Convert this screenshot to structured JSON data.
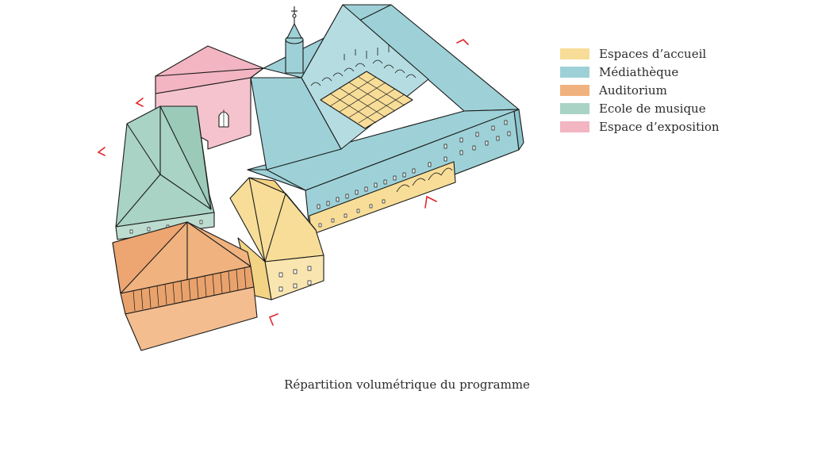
{
  "legend": {
    "items": [
      {
        "label": "Espaces d’accueil",
        "color": "#f7dd98"
      },
      {
        "label": "Médiathèque",
        "color": "#9dd1d7"
      },
      {
        "label": "Auditorium",
        "color": "#f0b27e"
      },
      {
        "label": "Ecole de musique",
        "color": "#a9d3c4"
      },
      {
        "label": "Espace d’exposition",
        "color": "#f2b5c1"
      }
    ]
  },
  "caption": "Répartition volumétrique du programme",
  "colors": {
    "accent_markers": "#e0272b",
    "outline": "#1a1a1a"
  }
}
